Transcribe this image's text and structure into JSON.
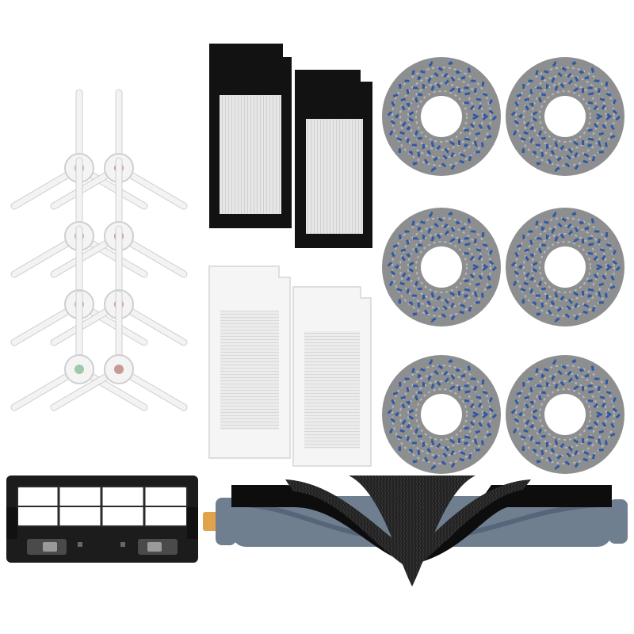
{
  "product_image": {
    "side_brushes": {
      "count": 8,
      "hub_colors": [
        "#9fc9a8",
        "#c79a96"
      ],
      "arm_color": "#f3f3f3"
    },
    "black_filters": {
      "count": 2,
      "frame_color": "#121212",
      "mesh_color": "#e4e4e4"
    },
    "white_filters": {
      "count": 2,
      "frame_color": "#f4f4f4",
      "mesh_color": "#e2e2e2"
    },
    "mop_pads": {
      "count": 6,
      "base_color": "#8d8e90",
      "stitch_color": "#2f5aa3"
    },
    "brush_cover": {
      "count": 1,
      "color": "#1c1c1c"
    },
    "main_brush": {
      "count": 1,
      "core_color": "#6f7f90",
      "bristle_color": "#1a1a1a",
      "fin_color": "#0d0d0d",
      "tip_color": "#e0a24a"
    }
  }
}
